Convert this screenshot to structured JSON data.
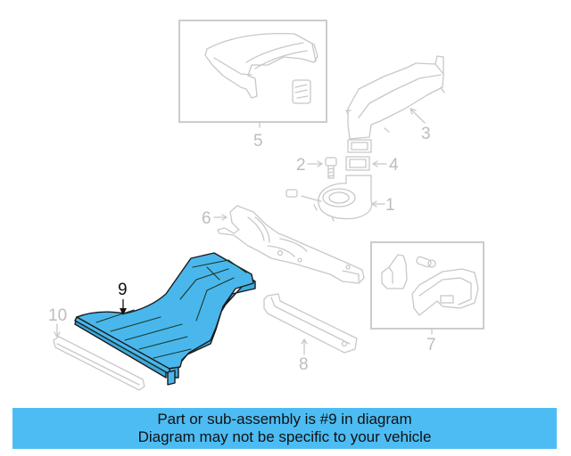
{
  "diagram": {
    "callouts": [
      {
        "number": "1",
        "part": "blower-motor"
      },
      {
        "number": "2",
        "part": "bolt"
      },
      {
        "number": "3",
        "part": "air-duct-upper"
      },
      {
        "number": "4",
        "part": "duct-seal"
      },
      {
        "number": "5",
        "part": "duct-assembly-box"
      },
      {
        "number": "6",
        "part": "floor-duct-bracket"
      },
      {
        "number": "7",
        "part": "vent-assembly-box"
      },
      {
        "number": "8",
        "part": "support-bar"
      },
      {
        "number": "9",
        "part": "floor-air-duct-highlighted"
      },
      {
        "number": "10",
        "part": "trim-strip"
      }
    ],
    "highlighted_part": "9",
    "highlight_color": "#4ab7ec"
  },
  "banner": {
    "line1": "Part or sub-assembly is #9 in diagram",
    "line2": "Diagram may not be specific to your vehicle",
    "background": "#4dbcf3"
  }
}
